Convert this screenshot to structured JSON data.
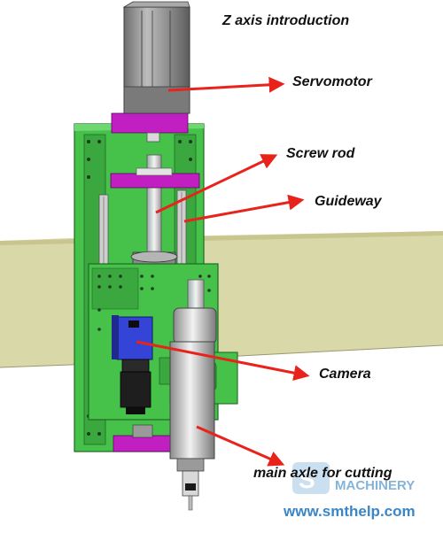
{
  "title": "Z axis introduction",
  "labels": {
    "servomotor": "Servomotor",
    "screw_rod": "Screw rod",
    "guideway": "Guideway",
    "camera": "Camera",
    "main_axle": "main axle for cutting"
  },
  "watermark": {
    "brand": "MACHINERY",
    "url": "www.smthelp.com"
  },
  "colors": {
    "frame_green": "#46c24a",
    "motor_gray": "#8f8f8f",
    "coupling_magenta": "#c21fc2",
    "camera_blue": "#3344d6",
    "arrow_red": "#e8231c",
    "table_olive": "#d9d8a8",
    "watermark_blue": "#3a86c8"
  }
}
